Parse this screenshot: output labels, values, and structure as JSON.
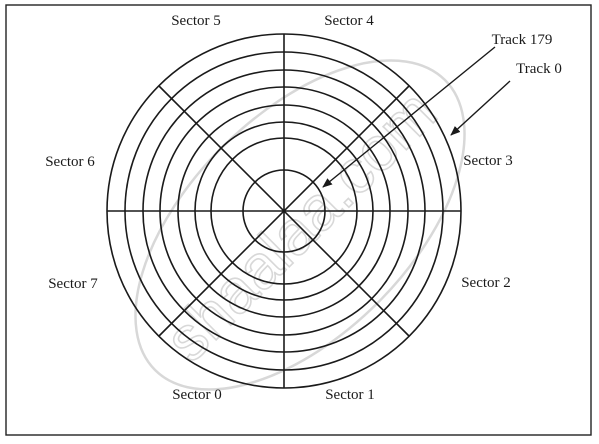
{
  "diagram": {
    "sector_labels": [
      "Sector 0",
      "Sector 1",
      "Sector 2",
      "Sector 3",
      "Sector 4",
      "Sector 5",
      "Sector 6",
      "Sector 7"
    ],
    "track_labels": {
      "inner": "Track 179",
      "outer": "Track 0"
    },
    "track_rings_drawn": 8,
    "sector_divisions": 8
  },
  "watermark": {
    "text": "shaalaa.com"
  },
  "colors": {
    "ink": "#1a1a1a",
    "frame": "#222222",
    "watermark": "#d8d8d8"
  }
}
